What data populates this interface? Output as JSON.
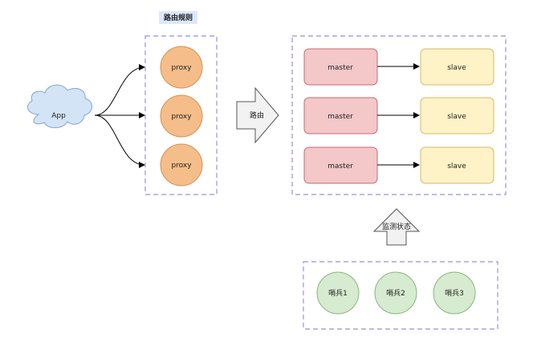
{
  "title": "路由规则",
  "app": {
    "label": "App"
  },
  "proxies": [
    "proxy",
    "proxy",
    "proxy"
  ],
  "route_arrow": {
    "label": "路由"
  },
  "replication": [
    {
      "master": "master",
      "slave": "slave"
    },
    {
      "master": "master",
      "slave": "slave"
    },
    {
      "master": "master",
      "slave": "slave"
    }
  ],
  "monitor_arrow": {
    "label": "监测状态"
  },
  "sentinels": [
    "哨兵1",
    "哨兵2",
    "哨兵3"
  ],
  "colors": {
    "group_border": "#9b8ee0",
    "proxy_fill": "#f5bd8a",
    "proxy_stroke": "#d49256",
    "master_fill": "#f4c7c9",
    "master_stroke": "#c46b6f",
    "slave_fill": "#fdf3c6",
    "slave_stroke": "#d6b96a",
    "sentinel_fill": "#d6ebcf",
    "sentinel_stroke": "#86b77a",
    "cloud_fill": "#d3e4f7",
    "cloud_stroke": "#7fa6d4",
    "block_arrow_fill": "#f2f2f2"
  }
}
